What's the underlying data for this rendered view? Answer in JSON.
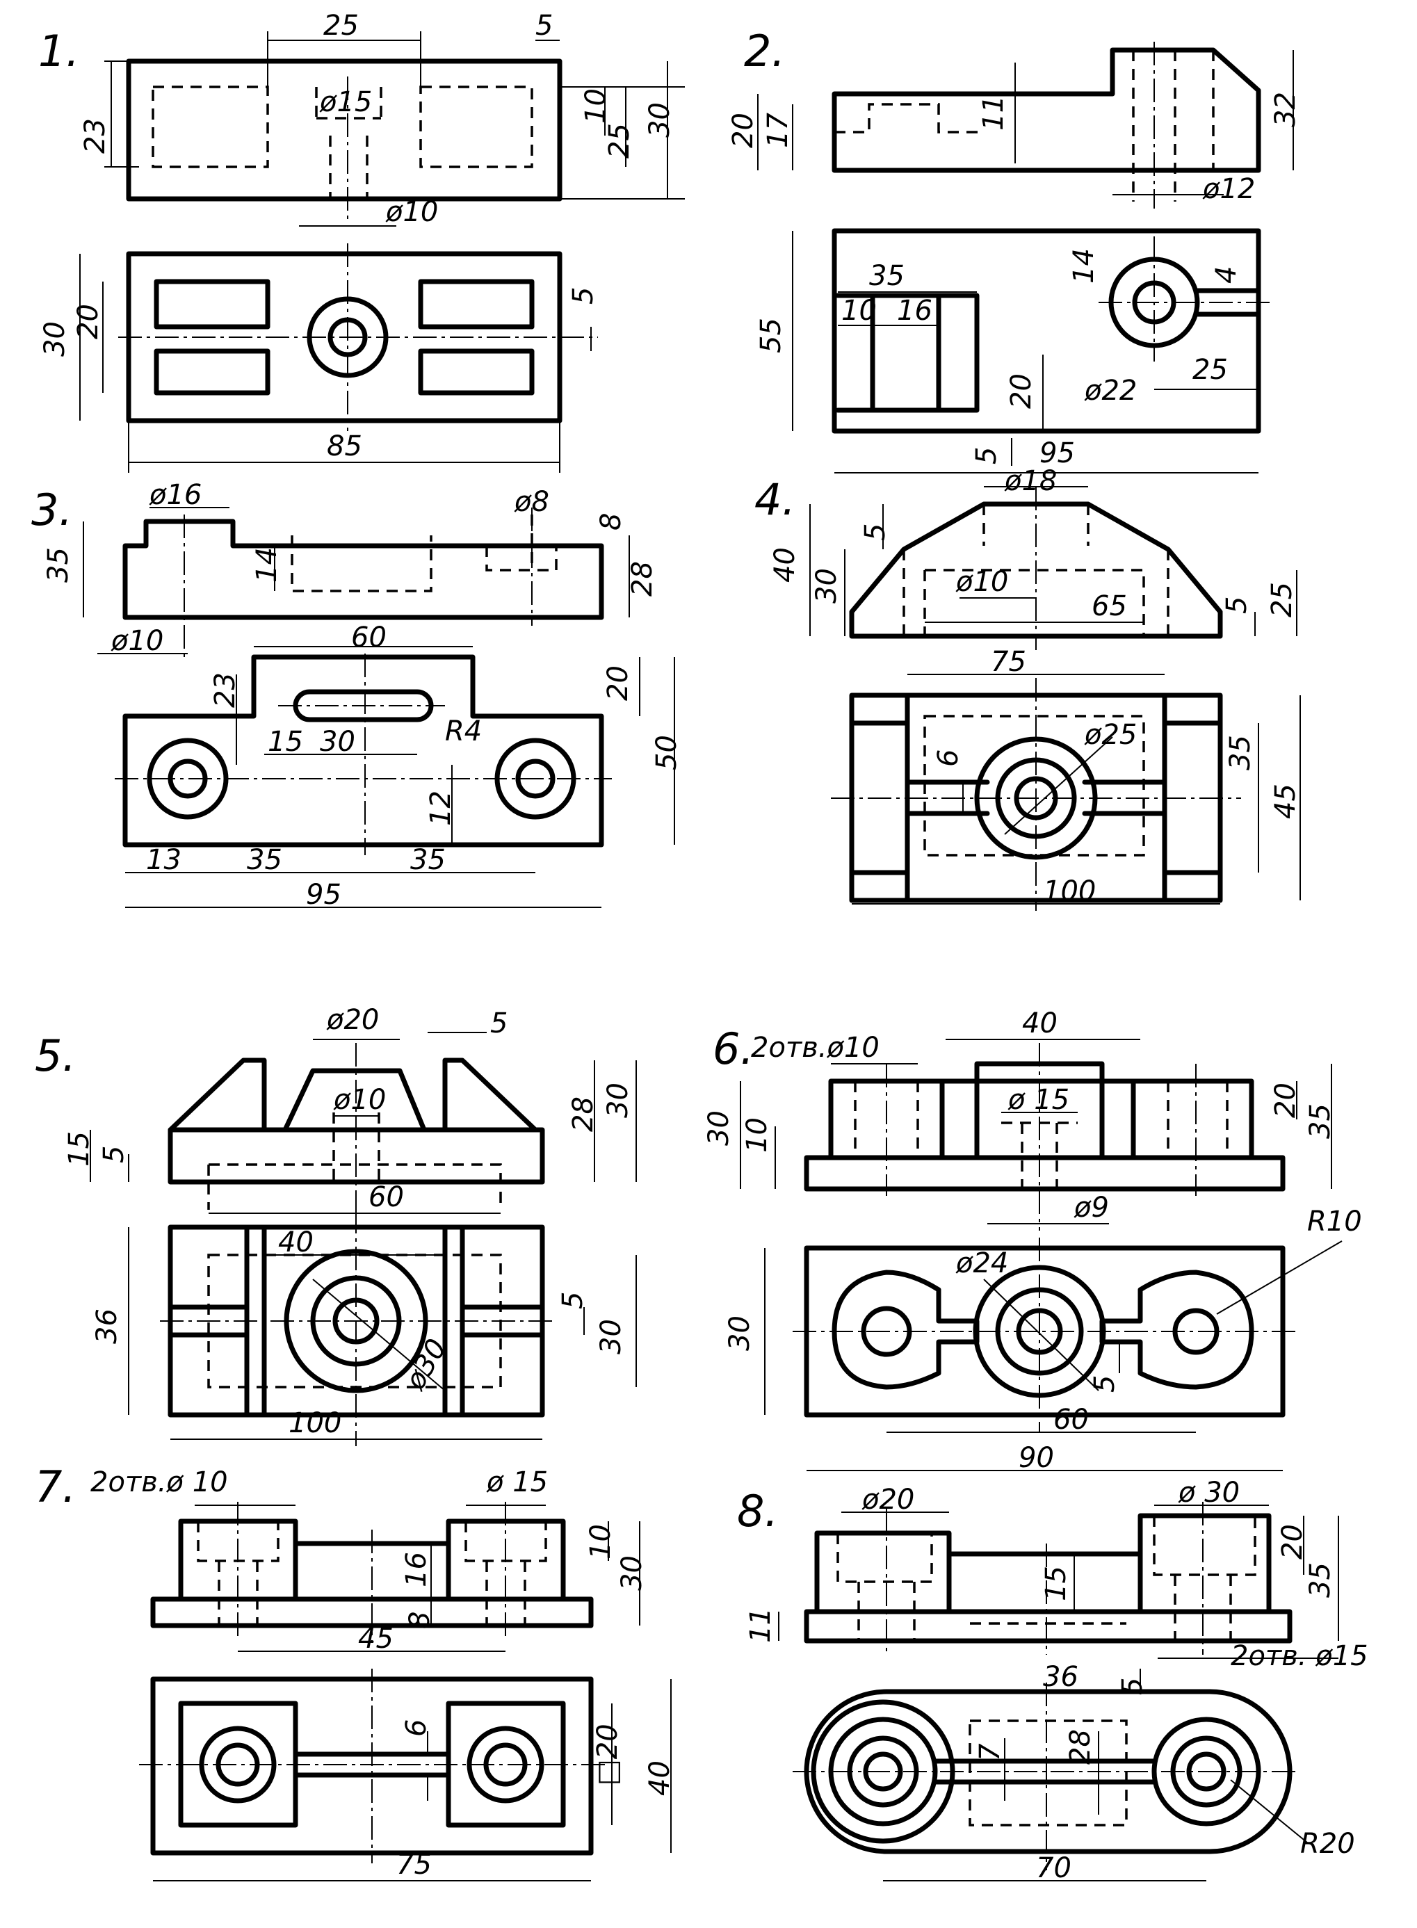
{
  "drawings": [
    {
      "number": "1.",
      "dims": [
        "25",
        "5",
        "23",
        "10",
        "25",
        "30",
        "ø15",
        "ø10",
        "30",
        "20",
        "5",
        "85"
      ]
    },
    {
      "number": "2.",
      "dims": [
        "20",
        "17",
        "11",
        "32",
        "ø12",
        "55",
        "35",
        "10",
        "16",
        "14",
        "4",
        "20",
        "ø22",
        "25",
        "5",
        "95"
      ]
    },
    {
      "number": "3.",
      "dims": [
        "ø16",
        "ø8",
        "8",
        "35",
        "14",
        "28",
        "ø10",
        "60",
        "23",
        "20",
        "15",
        "30",
        "R4",
        "50",
        "12",
        "13",
        "35",
        "35",
        "95"
      ]
    },
    {
      "number": "4.",
      "dims": [
        "ø18",
        "5",
        "40",
        "30",
        "ø10",
        "65",
        "5",
        "25",
        "75",
        "ø25",
        "6",
        "35",
        "45",
        "100"
      ]
    },
    {
      "number": "5.",
      "dims": [
        "ø20",
        "5",
        "ø10",
        "28",
        "30",
        "15",
        "5",
        "60",
        "40",
        "36",
        "5",
        "30",
        "ø30",
        "100"
      ]
    },
    {
      "number": "6.",
      "dims": [
        "40",
        "2отв.ø10",
        "ø 15",
        "20",
        "35",
        "30",
        "10",
        "ø9",
        "R10",
        "ø24",
        "30",
        "5",
        "60",
        "90"
      ]
    },
    {
      "number": "7.",
      "dims": [
        "2отв.ø 10",
        "ø 15",
        "10",
        "16",
        "30",
        "8",
        "45",
        "6",
        "□20",
        "40",
        "75"
      ]
    },
    {
      "number": "8.",
      "dims": [
        "ø20",
        "ø 30",
        "20",
        "15",
        "35",
        "11",
        "36",
        "5",
        "2отв. ø15",
        "7",
        "28",
        "R20",
        "70"
      ]
    }
  ]
}
